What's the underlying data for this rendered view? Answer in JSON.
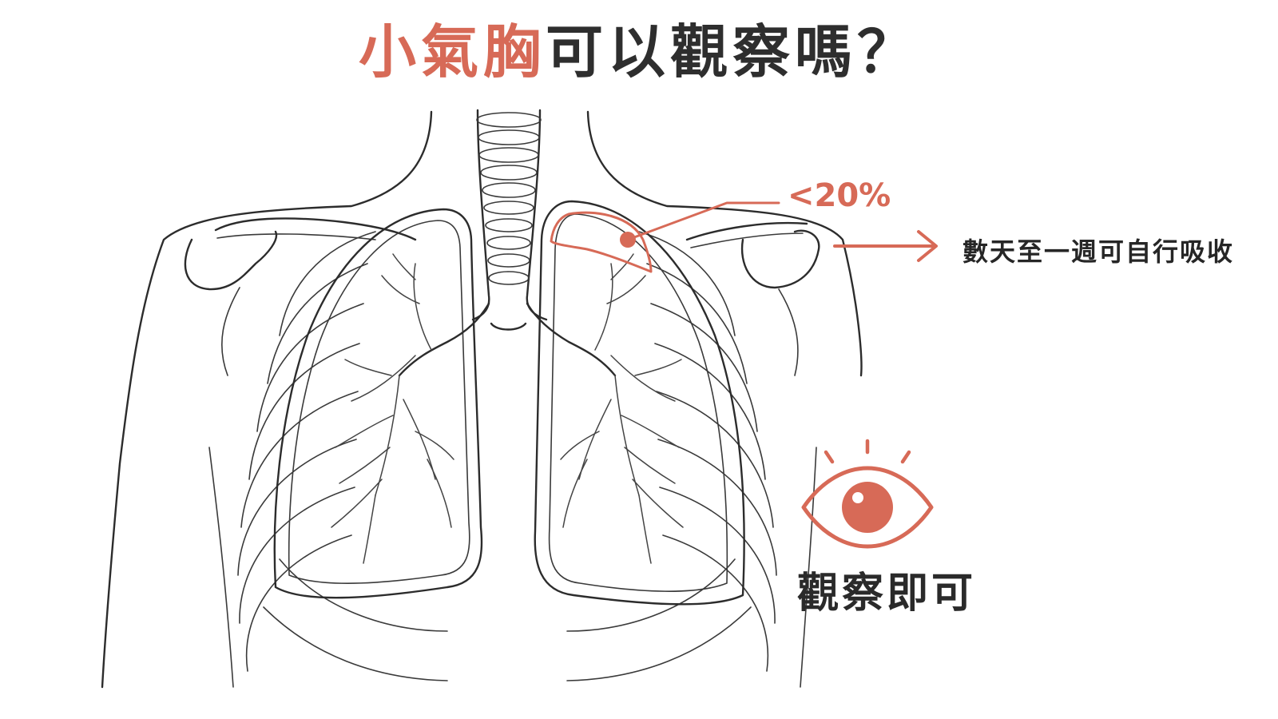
{
  "title": {
    "highlight": "小氣胸",
    "rest": "可以觀察嗎？"
  },
  "annotations": {
    "percentage": "<20%",
    "absorption": "數天至一週可自行吸收",
    "observe": "觀察即可"
  },
  "icons": {
    "arrow": "arrow-right-icon",
    "eye": "eye-icon"
  },
  "colors": {
    "accent": "#d76a57",
    "ink": "#2c2c2c",
    "background": "#ffffff"
  }
}
